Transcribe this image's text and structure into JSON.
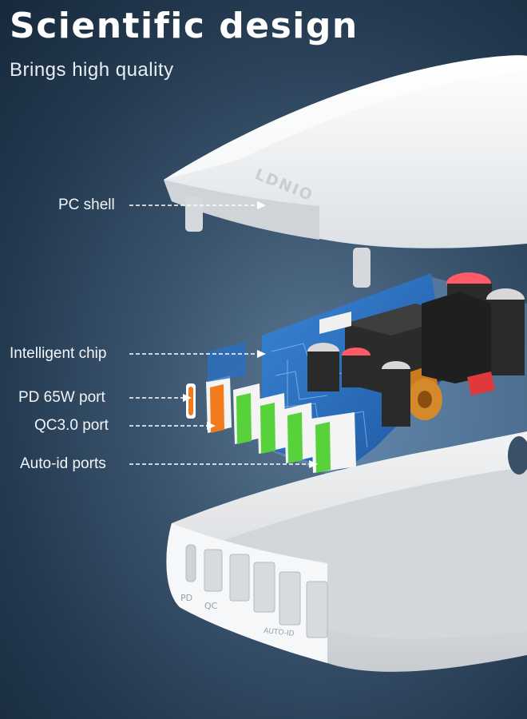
{
  "header": {
    "title": "Scientific design",
    "subtitle": "Brings high quality"
  },
  "product": {
    "brand_logo": "LDNIO",
    "port_markings": {
      "pd": "PD",
      "qc": "QC",
      "auto_id": "AUTO-ID"
    }
  },
  "callouts": [
    {
      "label": "PC shell"
    },
    {
      "label": "Intelligent chip"
    },
    {
      "label": "PD 65W port"
    },
    {
      "label": "QC3.0 port"
    },
    {
      "label": "Auto-id ports"
    }
  ],
  "colors": {
    "background_center": "#5b7892",
    "background_edge": "#17293b",
    "shell_white": "#f4f5f6",
    "pcb_blue": "#2a6fc0",
    "port_green": "#57d23a",
    "port_orange": "#f07a1c"
  }
}
